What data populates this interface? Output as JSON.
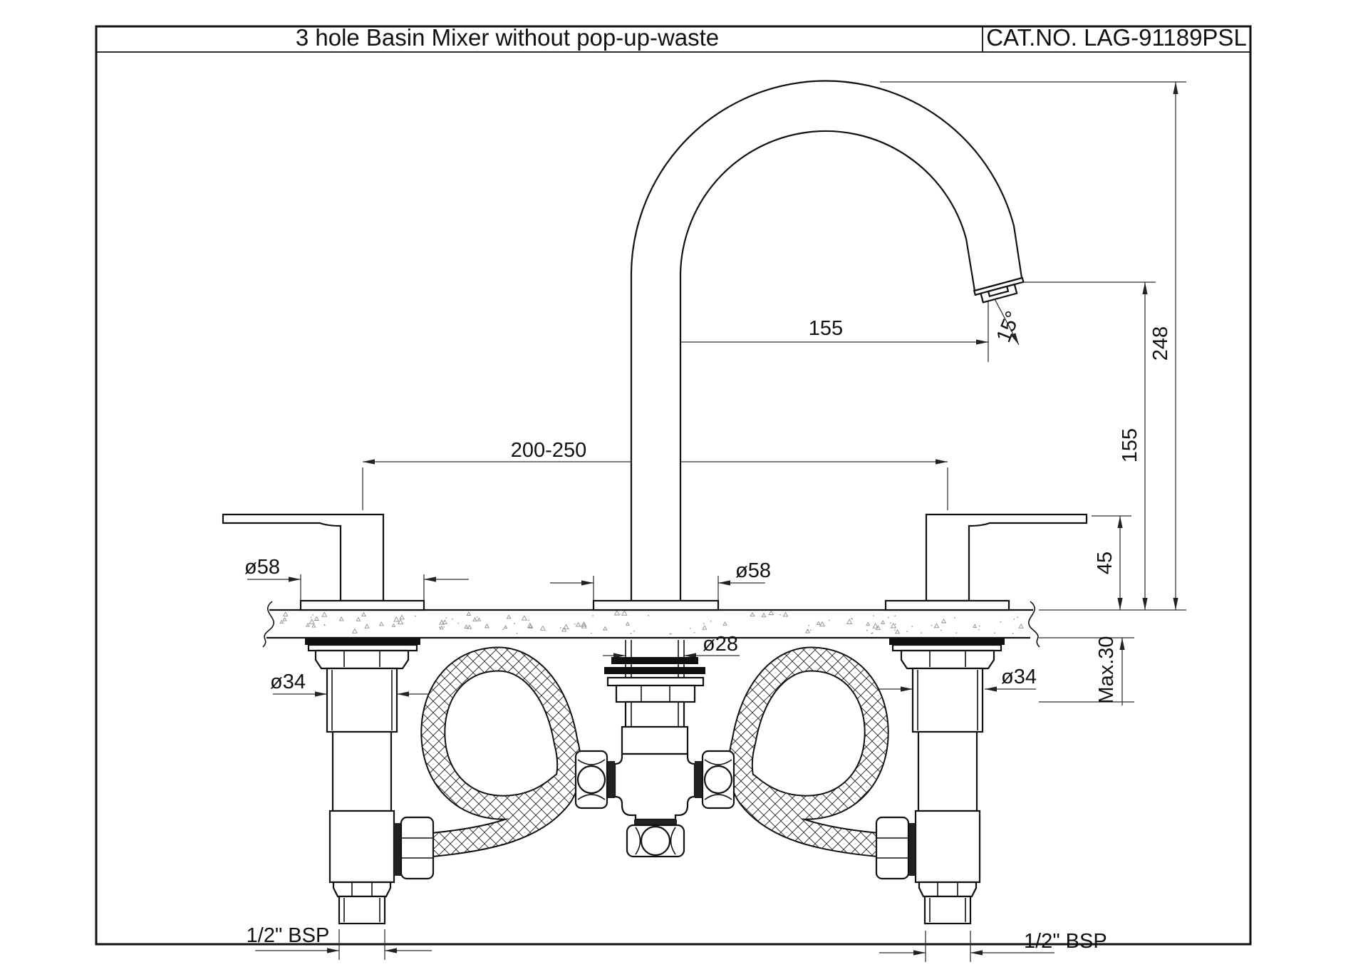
{
  "title_block": {
    "title": "3 hole Basin Mixer without pop-up-waste",
    "cat_no": "CAT.NO. LAG-91189PSL"
  },
  "dimensions": {
    "spout_reach": "155",
    "spout_height": "248",
    "outlet_height": "155",
    "handle_height": "45",
    "max_counter_thickness": "Max.30",
    "hole_spacing": "200-250",
    "tip_angle": "15°",
    "handle_flange_dia": "ø58",
    "spout_flange_dia": "ø58",
    "spout_shank_dia": "ø28",
    "valve_body_dia_left": "ø34",
    "valve_body_dia_right": "ø34",
    "inlet_thread_left": "1/2\" BSP",
    "inlet_thread_right": "1/2\" BSP"
  }
}
